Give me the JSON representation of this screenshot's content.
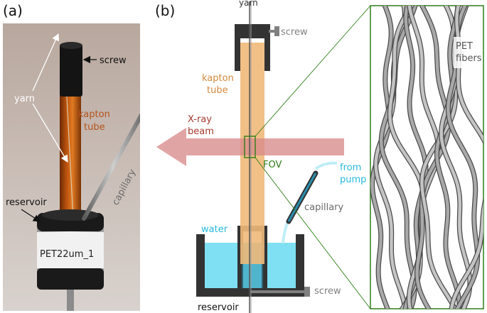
{
  "panels": {
    "a": {
      "label": "(a)",
      "callouts": {
        "screw": "screw",
        "yarn": "yarn",
        "kapton_tube": [
          "kapton",
          "tube"
        ],
        "capillary": "capillary",
        "reservoir": "reservoir",
        "sample_tag": "PET22um_1"
      }
    },
    "b": {
      "label": "(b)",
      "labels": {
        "yarn": "yarn",
        "screw_top": "screw",
        "kapton_tube": [
          "kapton",
          "tube"
        ],
        "xray_beam": [
          "X-ray",
          "beam"
        ],
        "fov": "FOV",
        "from_pump": [
          "from",
          "pump"
        ],
        "capillary": "capillary",
        "water": "water",
        "screw_bottom": "screw",
        "reservoir": "reservoir"
      }
    },
    "c": {
      "labels": {
        "pet_fibers": [
          "PET",
          "fibers"
        ]
      }
    }
  },
  "colors": {
    "kapton": "#f0b97a",
    "kapton_text": "#c8732a",
    "photo_kapton_text": "#b5521b",
    "xray": "#d98a8a",
    "xray_text": "#a63a2e",
    "fov": "#2e7d18",
    "water": "#7ee0f2",
    "water_text": "#28b9dc",
    "holder": "#333333",
    "screw": "#808080",
    "fiber": "#b0b0b0"
  }
}
